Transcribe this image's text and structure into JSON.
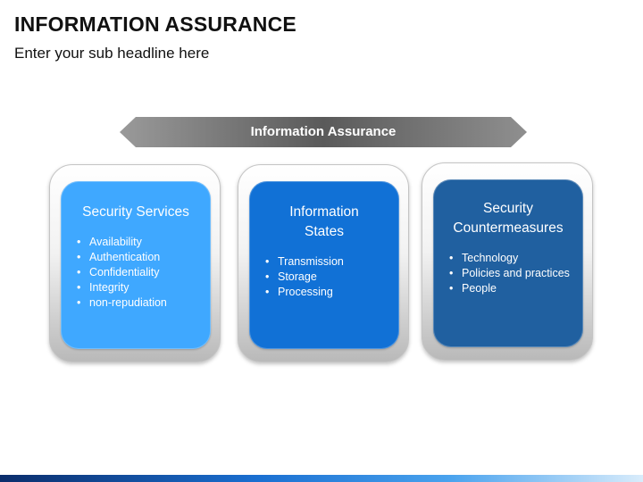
{
  "slide": {
    "title": "INFORMATION ASSURANCE",
    "subtitle": "Enter your sub headline here"
  },
  "banner": {
    "label": "Information Assurance",
    "color_light": "#9a9a9a",
    "color_dark": "#5a5a5a"
  },
  "cards": [
    {
      "title_lines": [
        "Security Services"
      ],
      "items": [
        "Availability",
        "Authentication",
        "Confidentiality",
        "Integrity",
        "non-repudiation"
      ],
      "color": "#3fa8ff"
    },
    {
      "title_lines": [
        "Information",
        "States"
      ],
      "items": [
        "Transmission",
        "Storage",
        "Processing"
      ],
      "color": "#1171d6"
    },
    {
      "title_lines": [
        "Security",
        "Countermeasures"
      ],
      "items": [
        "Technology",
        "Policies and practices",
        "People"
      ],
      "color": "#2060a0"
    }
  ]
}
